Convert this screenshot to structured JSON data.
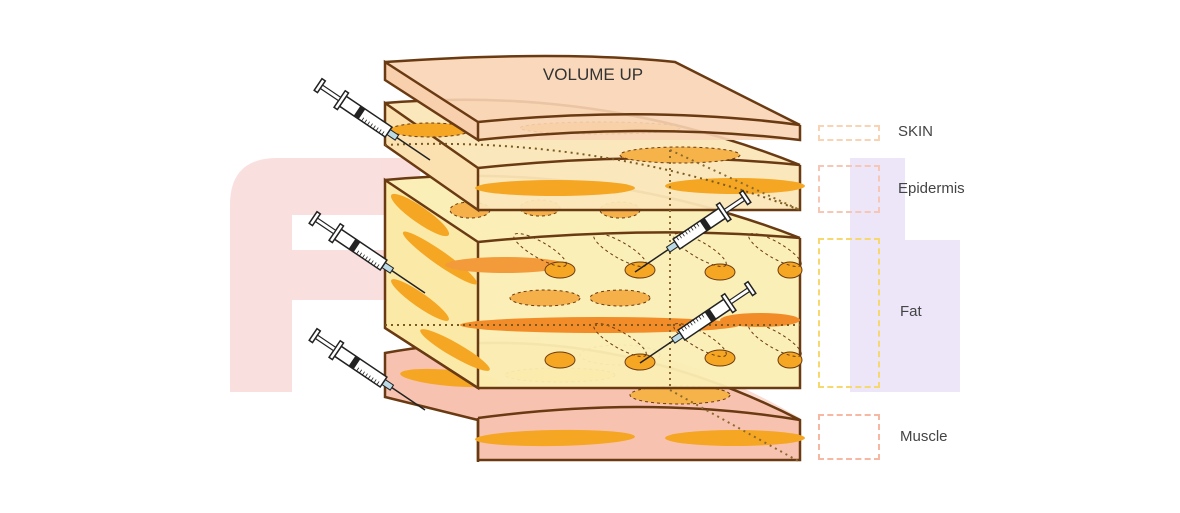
{
  "title": "VOLUME UP",
  "layers": [
    {
      "key": "skin",
      "label": "SKIN",
      "color": "#f6d2ac"
    },
    {
      "key": "epidermis",
      "label": "Epidermis",
      "color": "#f2b8a6"
    },
    {
      "key": "fat",
      "label": "Fat",
      "color": "#f7d24a"
    },
    {
      "key": "muscle",
      "label": "Muscle",
      "color": "#f0a08a"
    }
  ],
  "colors": {
    "outline": "#6a3a12",
    "skin_fill": "#f8d4b4",
    "fat_fill": "#fbeeb0",
    "muscle_fill": "#f6b6a6",
    "fat_cell": "#f5a623",
    "watermark_red": "#f6b6b6",
    "watermark_blue": "#b9e1f3",
    "watermark_purple": "#d9cdf2"
  },
  "icons": [
    "syringe-icon",
    "syringe-icon",
    "syringe-icon",
    "syringe-icon",
    "syringe-icon"
  ]
}
